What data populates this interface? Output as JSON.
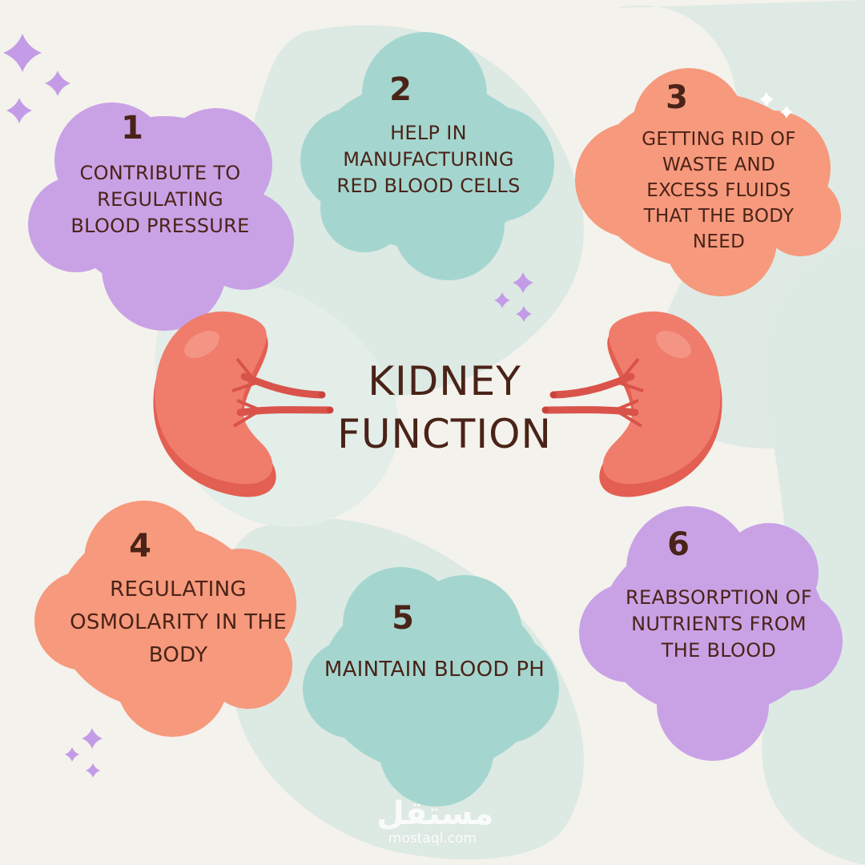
{
  "title": {
    "line1": "KIDNEY",
    "line2": "FUNCTION"
  },
  "items": [
    {
      "number": "1",
      "text": "CONTRIBUTE TO REGULATING BLOOD PRESSURE",
      "color": "#c9a2e6"
    },
    {
      "number": "2",
      "text": "HELP IN MANUFACTURING RED BLOOD CELLS",
      "color": "#a4d6cf"
    },
    {
      "number": "3",
      "text": "GETTING RID OF WASTE AND EXCESS FLUIDS THAT THE BODY NEED",
      "color": "#f6997c"
    },
    {
      "number": "4",
      "text": "REGULATING OSMOLARITY IN THE BODY",
      "color": "#f6997c"
    },
    {
      "number": "5",
      "text": "MAINTAIN BLOOD PH",
      "color": "#a4d6cf"
    },
    {
      "number": "6",
      "text": "REABSORPTION OF NUTRIENTS FROM THE BLOOD",
      "color": "#c9a2e6"
    }
  ],
  "watermark": {
    "arabic": "مستقل",
    "latin": "mostaql.com"
  },
  "colors": {
    "background": "#f4f2ec",
    "text": "#4a2318",
    "kidney": "#f07d6c",
    "kidney_shadow": "#e35f52",
    "vessel": "#d9534a",
    "sparkle": "#c49be6",
    "background_shape": "#dcebe6"
  }
}
